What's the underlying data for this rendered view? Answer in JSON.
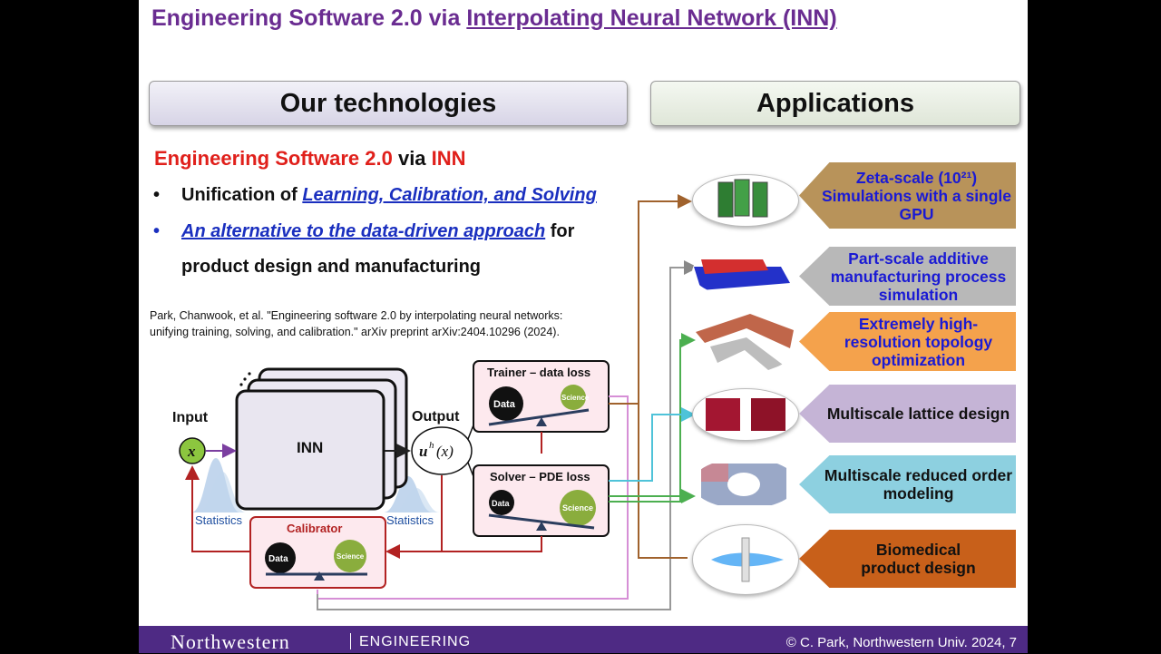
{
  "title": {
    "prefix": "Engineering Software 2.0 via ",
    "link": "Interpolating Neural Network (INN)"
  },
  "headers": {
    "left": "Our technologies",
    "right": "Applications"
  },
  "tech": {
    "esw_red": "Engineering Software 2.0",
    "esw_via": " via ",
    "esw_inn": "INN",
    "bullet1_prefix": "Unification of ",
    "bullet1_link": "Learning, Calibration, and Solving",
    "bullet2_link": "An alternative to the data-driven approach",
    "bullet2_suffix": " for",
    "bullet2_line2": "product design and manufacturing",
    "citation_line1": "Park, Chanwook, et al. \"Engineering software 2.0 by interpolating neural networks:",
    "citation_line2": "unifying training, solving, and calibration.\" arXiv preprint arXiv:2404.10296 (2024)."
  },
  "diagram": {
    "input_label": "Input",
    "input_symbol": "x",
    "inn_label": "INN",
    "output_label": "Output",
    "output_symbol": "u",
    "output_sup": "h",
    "output_arg": "(x)",
    "stat_left": "Statistics",
    "stat_right": "Statistics",
    "trainer_title": "Trainer – data loss",
    "solver_title": "Solver – PDE loss",
    "calibrator_title": "Calibrator",
    "data": "Data",
    "science": "Science"
  },
  "applications": [
    {
      "line1": "Zeta-scale (10²¹)",
      "line2": "Simulations with a single GPU",
      "color": "#b8935a",
      "text_color": "#1a1ad4"
    },
    {
      "text": "Part-scale additive manufacturing process simulation",
      "color": "#b8b8b8",
      "text_color": "#1a1ad4"
    },
    {
      "text": "Extremely high-resolution topology optimization",
      "color": "#f4a24c",
      "text_color": "#1a1ad4"
    },
    {
      "text": "Multiscale lattice design",
      "color": "#c5b4d6",
      "text_color": "#111111"
    },
    {
      "text": "Multiscale reduced order modeling",
      "color": "#8dd0e0",
      "text_color": "#111111"
    },
    {
      "text": "Biomedical product design",
      "color": "#c8601a",
      "text_color": "#111111"
    }
  ],
  "footer": {
    "university": "Northwestern",
    "school": "ENGINEERING",
    "copyright": "© C. Park, Northwestern Univ. 2024, 7"
  }
}
